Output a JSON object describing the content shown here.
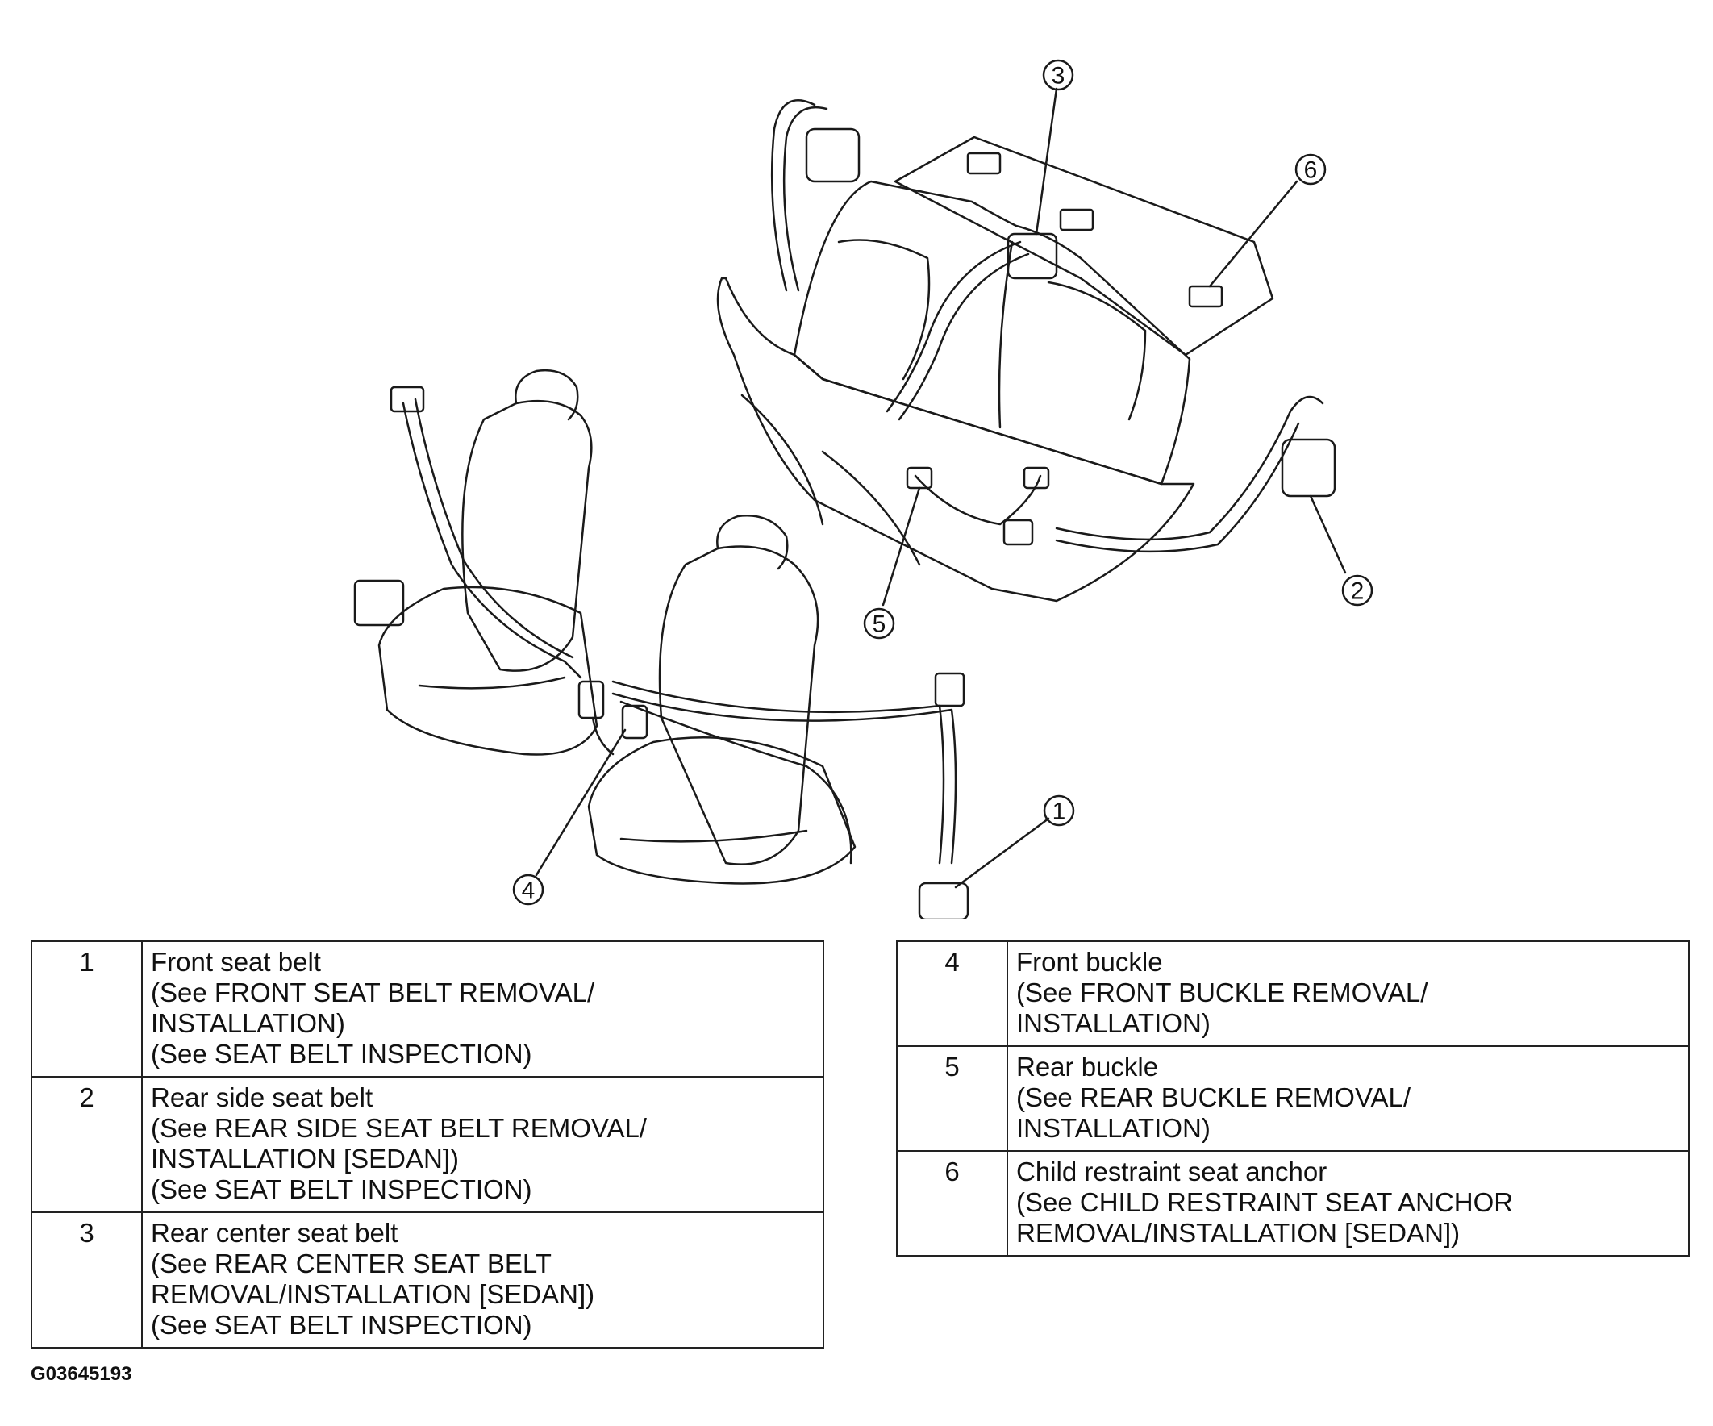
{
  "diagram": {
    "callouts": [
      "1",
      "2",
      "3",
      "4",
      "5",
      "6"
    ]
  },
  "table_left": [
    {
      "num": "1",
      "lines": [
        "Front seat belt",
        "(See FRONT SEAT BELT REMOVAL/",
        "INSTALLATION)",
        "(See SEAT BELT INSPECTION)"
      ]
    },
    {
      "num": "2",
      "lines": [
        "Rear side seat belt",
        "(See REAR SIDE SEAT BELT REMOVAL/",
        "INSTALLATION [SEDAN])",
        "(See SEAT BELT INSPECTION)"
      ]
    },
    {
      "num": "3",
      "lines": [
        "Rear center seat belt",
        "(See REAR CENTER SEAT BELT",
        "REMOVAL/INSTALLATION [SEDAN])",
        "(See SEAT BELT INSPECTION)"
      ]
    }
  ],
  "table_right": [
    {
      "num": "4",
      "lines": [
        "Front buckle",
        "(See FRONT BUCKLE REMOVAL/",
        "INSTALLATION)"
      ]
    },
    {
      "num": "5",
      "lines": [
        "Rear buckle",
        "(See REAR BUCKLE REMOVAL/",
        "INSTALLATION)"
      ]
    },
    {
      "num": "6",
      "lines": [
        "Child restraint seat anchor",
        "(See CHILD RESTRAINT SEAT ANCHOR",
        "REMOVAL/INSTALLATION [SEDAN])"
      ]
    }
  ],
  "figure_id": "G03645193"
}
